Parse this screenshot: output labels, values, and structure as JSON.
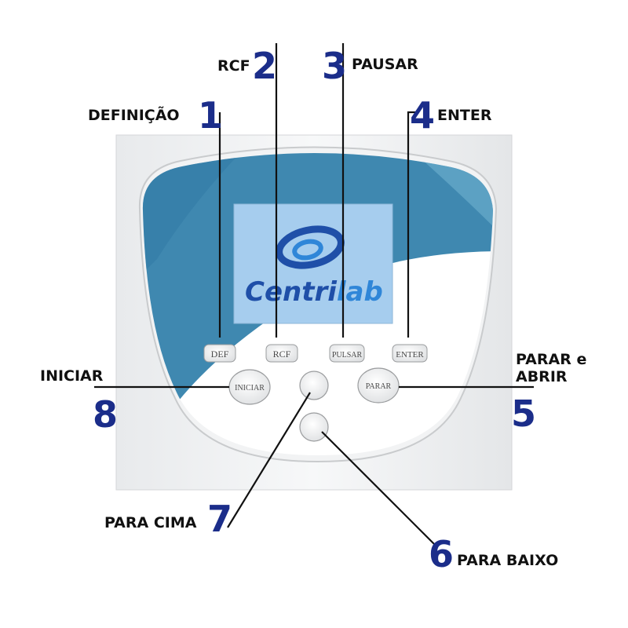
{
  "logo": {
    "part1": "Centri",
    "part2": "lab"
  },
  "buttons": {
    "def": "DEF",
    "rcf": "RCF",
    "pulsar": "PULSAR",
    "enter": "ENTER",
    "iniciar": "INICIAR",
    "parar": "PARAR"
  },
  "callouts": [
    {
      "number": "1",
      "label": "DEFINIÇÃO"
    },
    {
      "number": "2",
      "label": "RCF"
    },
    {
      "number": "3",
      "label": "PAUSAR"
    },
    {
      "number": "4",
      "label": "ENTER"
    },
    {
      "number": "5",
      "label_line1": "PARAR e",
      "label_line2": "ABRIR"
    },
    {
      "number": "6",
      "label": "PARA BAIXO"
    },
    {
      "number": "7",
      "label": "PARA CIMA"
    },
    {
      "number": "8",
      "label": "INICIAR"
    }
  ],
  "colors": {
    "number": "#1b2d8a",
    "panel_blue": "#3f88b0",
    "screen": "#a6cdee",
    "brand": "#1f4fa8"
  }
}
